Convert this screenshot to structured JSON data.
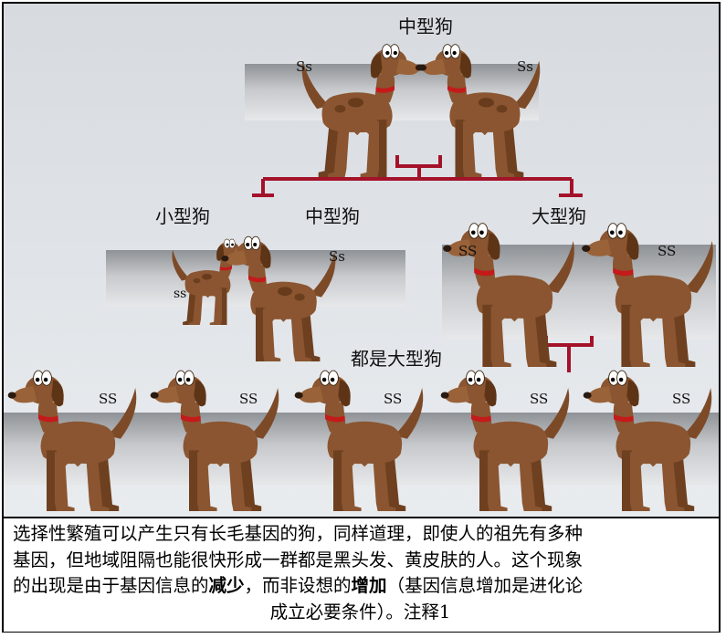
{
  "labels": {
    "gen1": "中型狗",
    "small": "小型狗",
    "medium": "中型狗",
    "large": "大型狗",
    "offspring": "都是大型狗"
  },
  "genotypes": {
    "gen1_left": "Ss",
    "gen1_right": "Ss",
    "small": "ss",
    "medium": "Ss",
    "large_left": "SS",
    "large_right": "SS",
    "offspring": [
      "SS",
      "SS",
      "SS",
      "SS",
      "SS"
    ]
  },
  "caption": {
    "line1": "选择性繁殖可以产生只有长毛基因的狗，同样道理，即使人的祖先有多种",
    "line2": "基因，但地域阻隔也能很快形成一群都是黑头发、黄皮肤的人。这个现象",
    "line3_a": "的出现是由于基因信息的",
    "line3_b": "减少",
    "line3_c": "，而非设想的",
    "line3_d": "增加",
    "line3_e": "（基因信息增加是进化论",
    "line4": "成立必要条件）。注释1"
  },
  "colors": {
    "line": "#a4122a",
    "dog_body": "#8a5530",
    "dog_dark": "#5e3416",
    "collar": "#c41a1a",
    "backdrop": "#c6c8cb"
  }
}
